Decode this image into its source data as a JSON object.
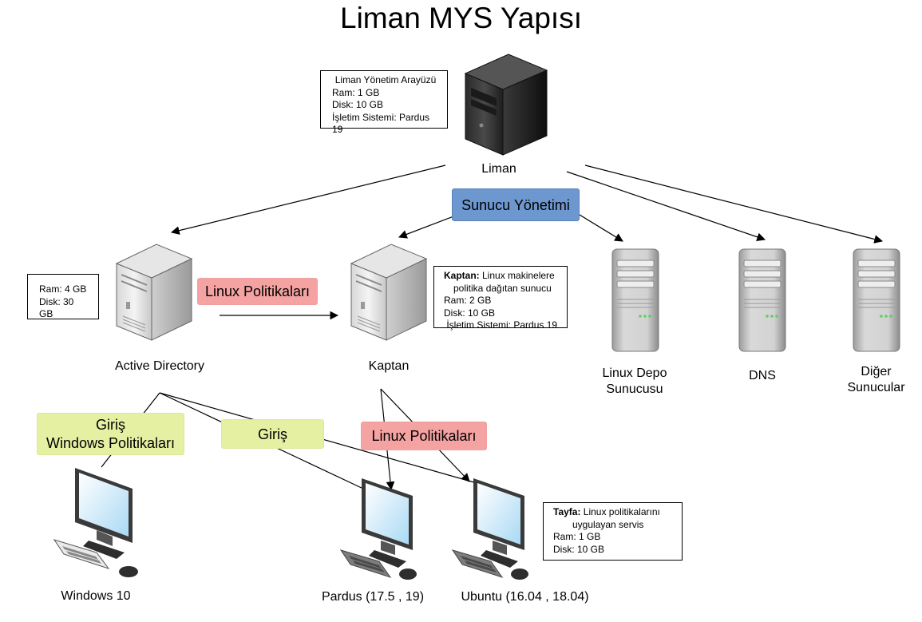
{
  "title": "Liman MYS Yapısı",
  "nodes": {
    "liman": "Liman",
    "active_directory": "Active Directory",
    "kaptan": "Kaptan",
    "linux_depo": "Linux Depo\nSunucusu",
    "dns": "DNS",
    "diger": "Diğer\nSunucular",
    "windows10": "Windows 10",
    "pardus": "Pardus (17.5 , 19)",
    "ubuntu": "Ubuntu (16.04 , 18.04)"
  },
  "info_boxes": {
    "liman": {
      "header": "Liman Yönetim Arayüzü",
      "lines": [
        "Ram: 1 GB",
        "Disk: 10 GB",
        "İşletim Sistemi: Pardus 19"
      ]
    },
    "active_directory": {
      "lines": [
        "Ram: 4 GB",
        "Disk: 30 GB"
      ]
    },
    "kaptan": {
      "bold": "Kaptan:",
      "desc1": " Linux makinelere",
      "desc2": "politika dağıtan sunucu",
      "lines": [
        "Ram: 2 GB",
        "Disk: 10 GB",
        " İşletim Sistemi: Pardus 19"
      ]
    },
    "tayfa": {
      "bold": "Tayfa:",
      "desc1": " Linux politikalarını",
      "desc2": "uygulayan servis",
      "lines": [
        "Ram: 1 GB",
        "Disk: 10 GB"
      ]
    }
  },
  "tags": {
    "sunucu_yonetimi": "Sunucu Yönetimi",
    "linux_pol_top": "Linux Politikaları",
    "linux_pol_bottom": "Linux Politikaları",
    "giris_windows": "Giriş\nWindows Politikaları",
    "giris": "Giriş"
  },
  "colors": {
    "blue_tag": "#6d97cf",
    "red_tag": "#f4a2a2",
    "green_tag": "#e6f0a3"
  }
}
